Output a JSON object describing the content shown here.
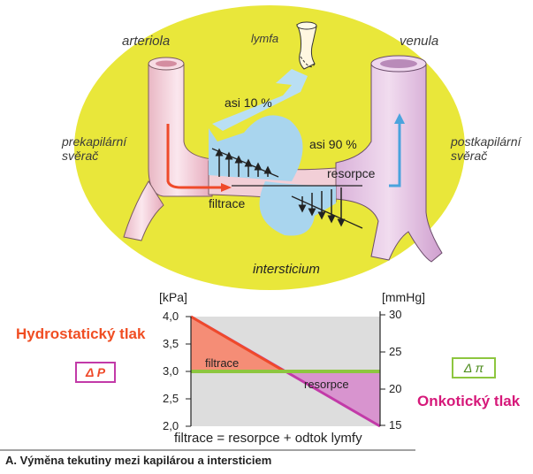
{
  "labels": {
    "arteriola": "arteriola",
    "venula": "venula",
    "lymfa": "lymfa",
    "asi10": "asi 10 %",
    "asi90": "asi 90 %",
    "prekapilarni_1": "prekapilární",
    "prekapilarni_2": "svěrač",
    "postkapilarni_1": "postkapilární",
    "postkapilarni_2": "svěrač",
    "resorpce": "resorpce",
    "filtrace": "filtrace",
    "intersticium": "intersticium"
  },
  "graph": {
    "left_unit": "[kPa]",
    "right_unit": "[mmHg]",
    "left_ticks": [
      "4,0",
      "3,5",
      "3,0",
      "2,5",
      "2,0"
    ],
    "right_ticks": [
      "30",
      "25",
      "20",
      "15"
    ],
    "area_filtrace": "filtrace",
    "area_resorpce": "resorpce",
    "formula": "filtrace = resorpce + odtok lymfy"
  },
  "chart_data": {
    "type": "line",
    "x": [
      0,
      1
    ],
    "series": [
      {
        "values": [
          4.0,
          2.0
        ]
      },
      {
        "values": [
          3.0,
          3.0
        ]
      }
    ],
    "ylim": [
      2.0,
      4.0
    ]
  },
  "legend": {
    "hydro_title": "Hydrostatický tlak",
    "hydro_symbol": "Δ P",
    "onko_title": "Onkotický tlak",
    "onko_symbol": "Δ π"
  },
  "caption": "A. Výměna tekutiny mezi kapilárou a intersticiem",
  "colors": {
    "yellow": "#e8e82f",
    "red": "#f15a3a",
    "purple": "#c23aa8",
    "green": "#8dc63f",
    "light_blue": "#a9d5ee",
    "vessel_pink": "#f6dbe3",
    "vein_purple": "#e7cbe6"
  }
}
